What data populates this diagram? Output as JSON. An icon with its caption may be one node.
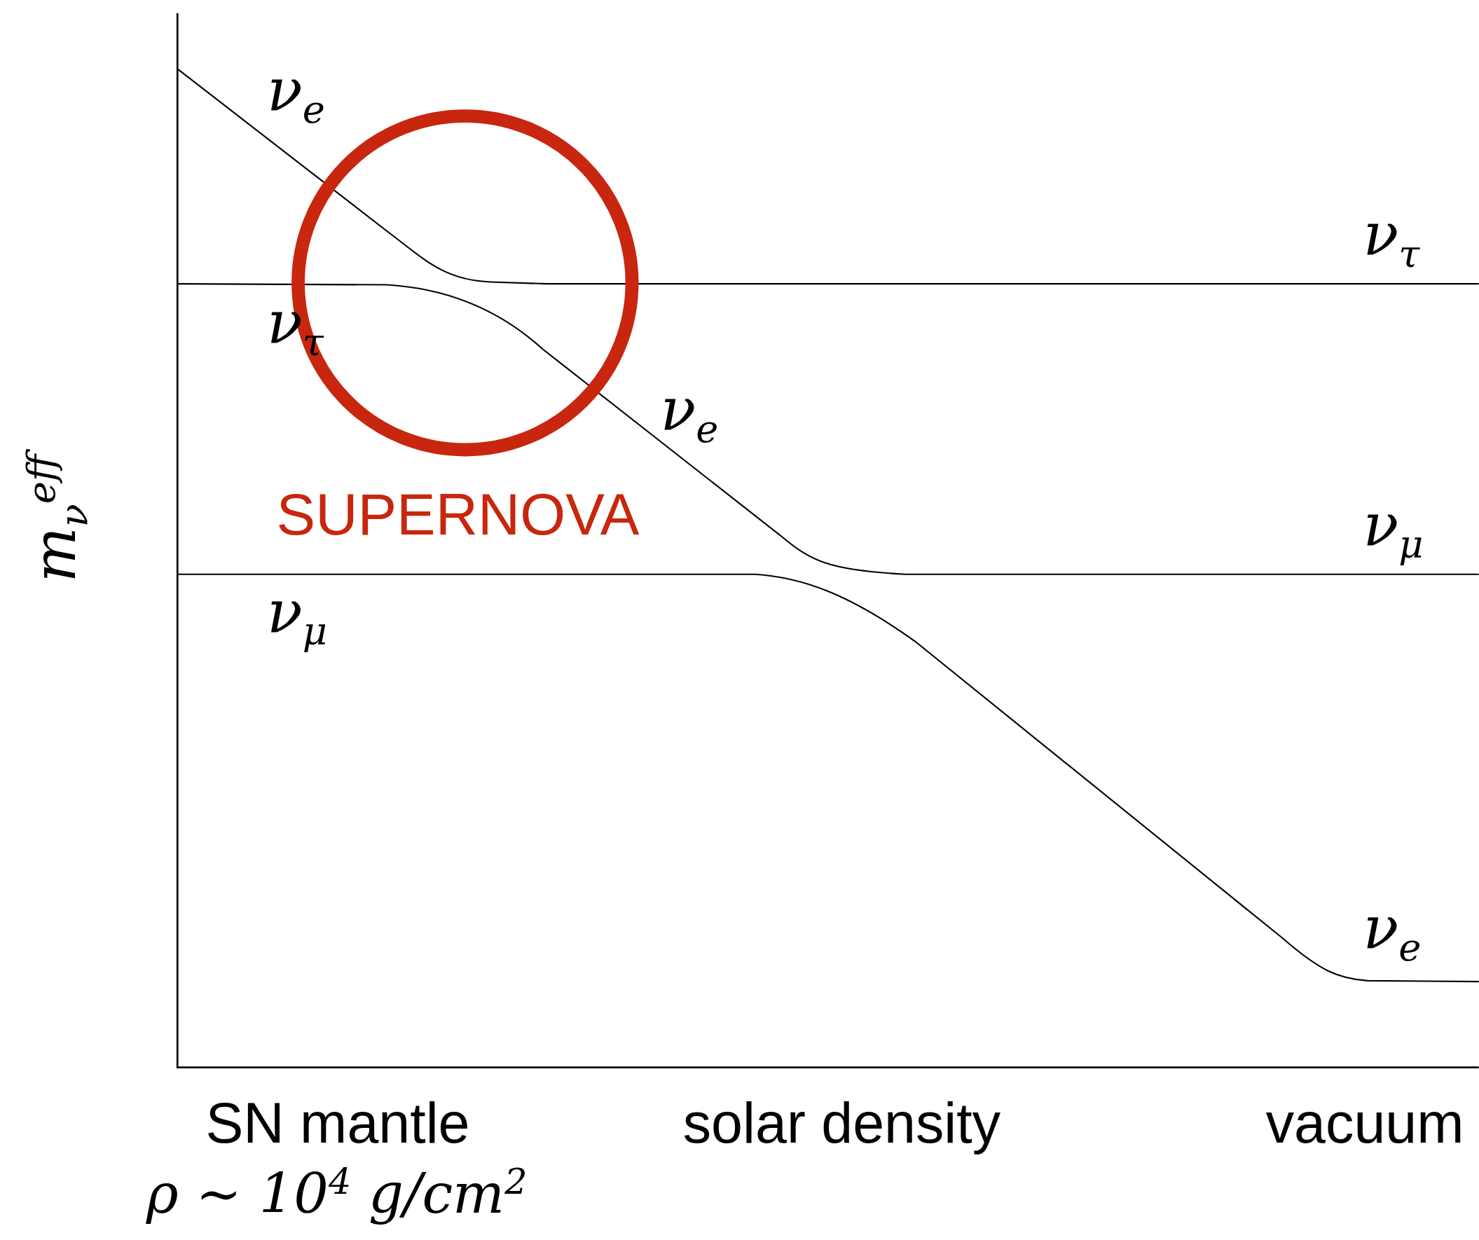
{
  "diagram": {
    "labels": [
      "ν$_{e}$",
      "ν$_{τ}$",
      "ν$_{τ}$",
      "ν$_{e}$",
      "SUPERNOVA",
      "ν$_{μ}$",
      "m$_{ν}$$^{eff}$",
      "ν$_{μ}$",
      "ν$_{e}$",
      "SN mantle",
      "solar density",
      "vacuum",
      "ρ ∼ 10$^{4}$ g/cm$^{2}$"
    ]
  }
}
